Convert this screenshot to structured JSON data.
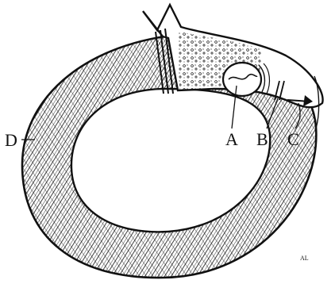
{
  "labels": {
    "a": "A",
    "b": "B",
    "c": "C",
    "d": "D"
  },
  "signature": "AL",
  "colors": {
    "ink": "#111111",
    "paper": "#ffffff"
  }
}
